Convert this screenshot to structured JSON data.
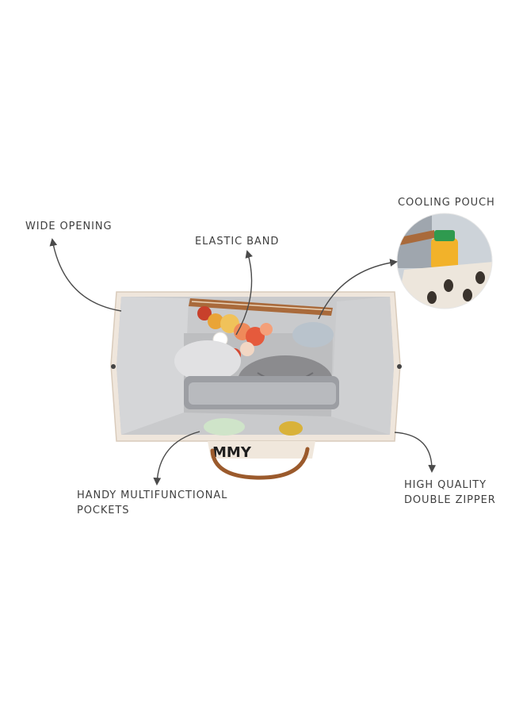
{
  "labels": {
    "wide_opening": "WIDE OPENING",
    "elastic_band": "ELASTIC BAND",
    "cooling_pouch": "COOLING POUCH",
    "pockets_line1": "HANDY MULTIFUNCTIONAL",
    "pockets_line2": "POCKETS",
    "zipper_line1": "HIGH QUALITY",
    "zipper_line2": "DOUBLE ZIPPER"
  },
  "bag_print_fragment": "MMY"
}
